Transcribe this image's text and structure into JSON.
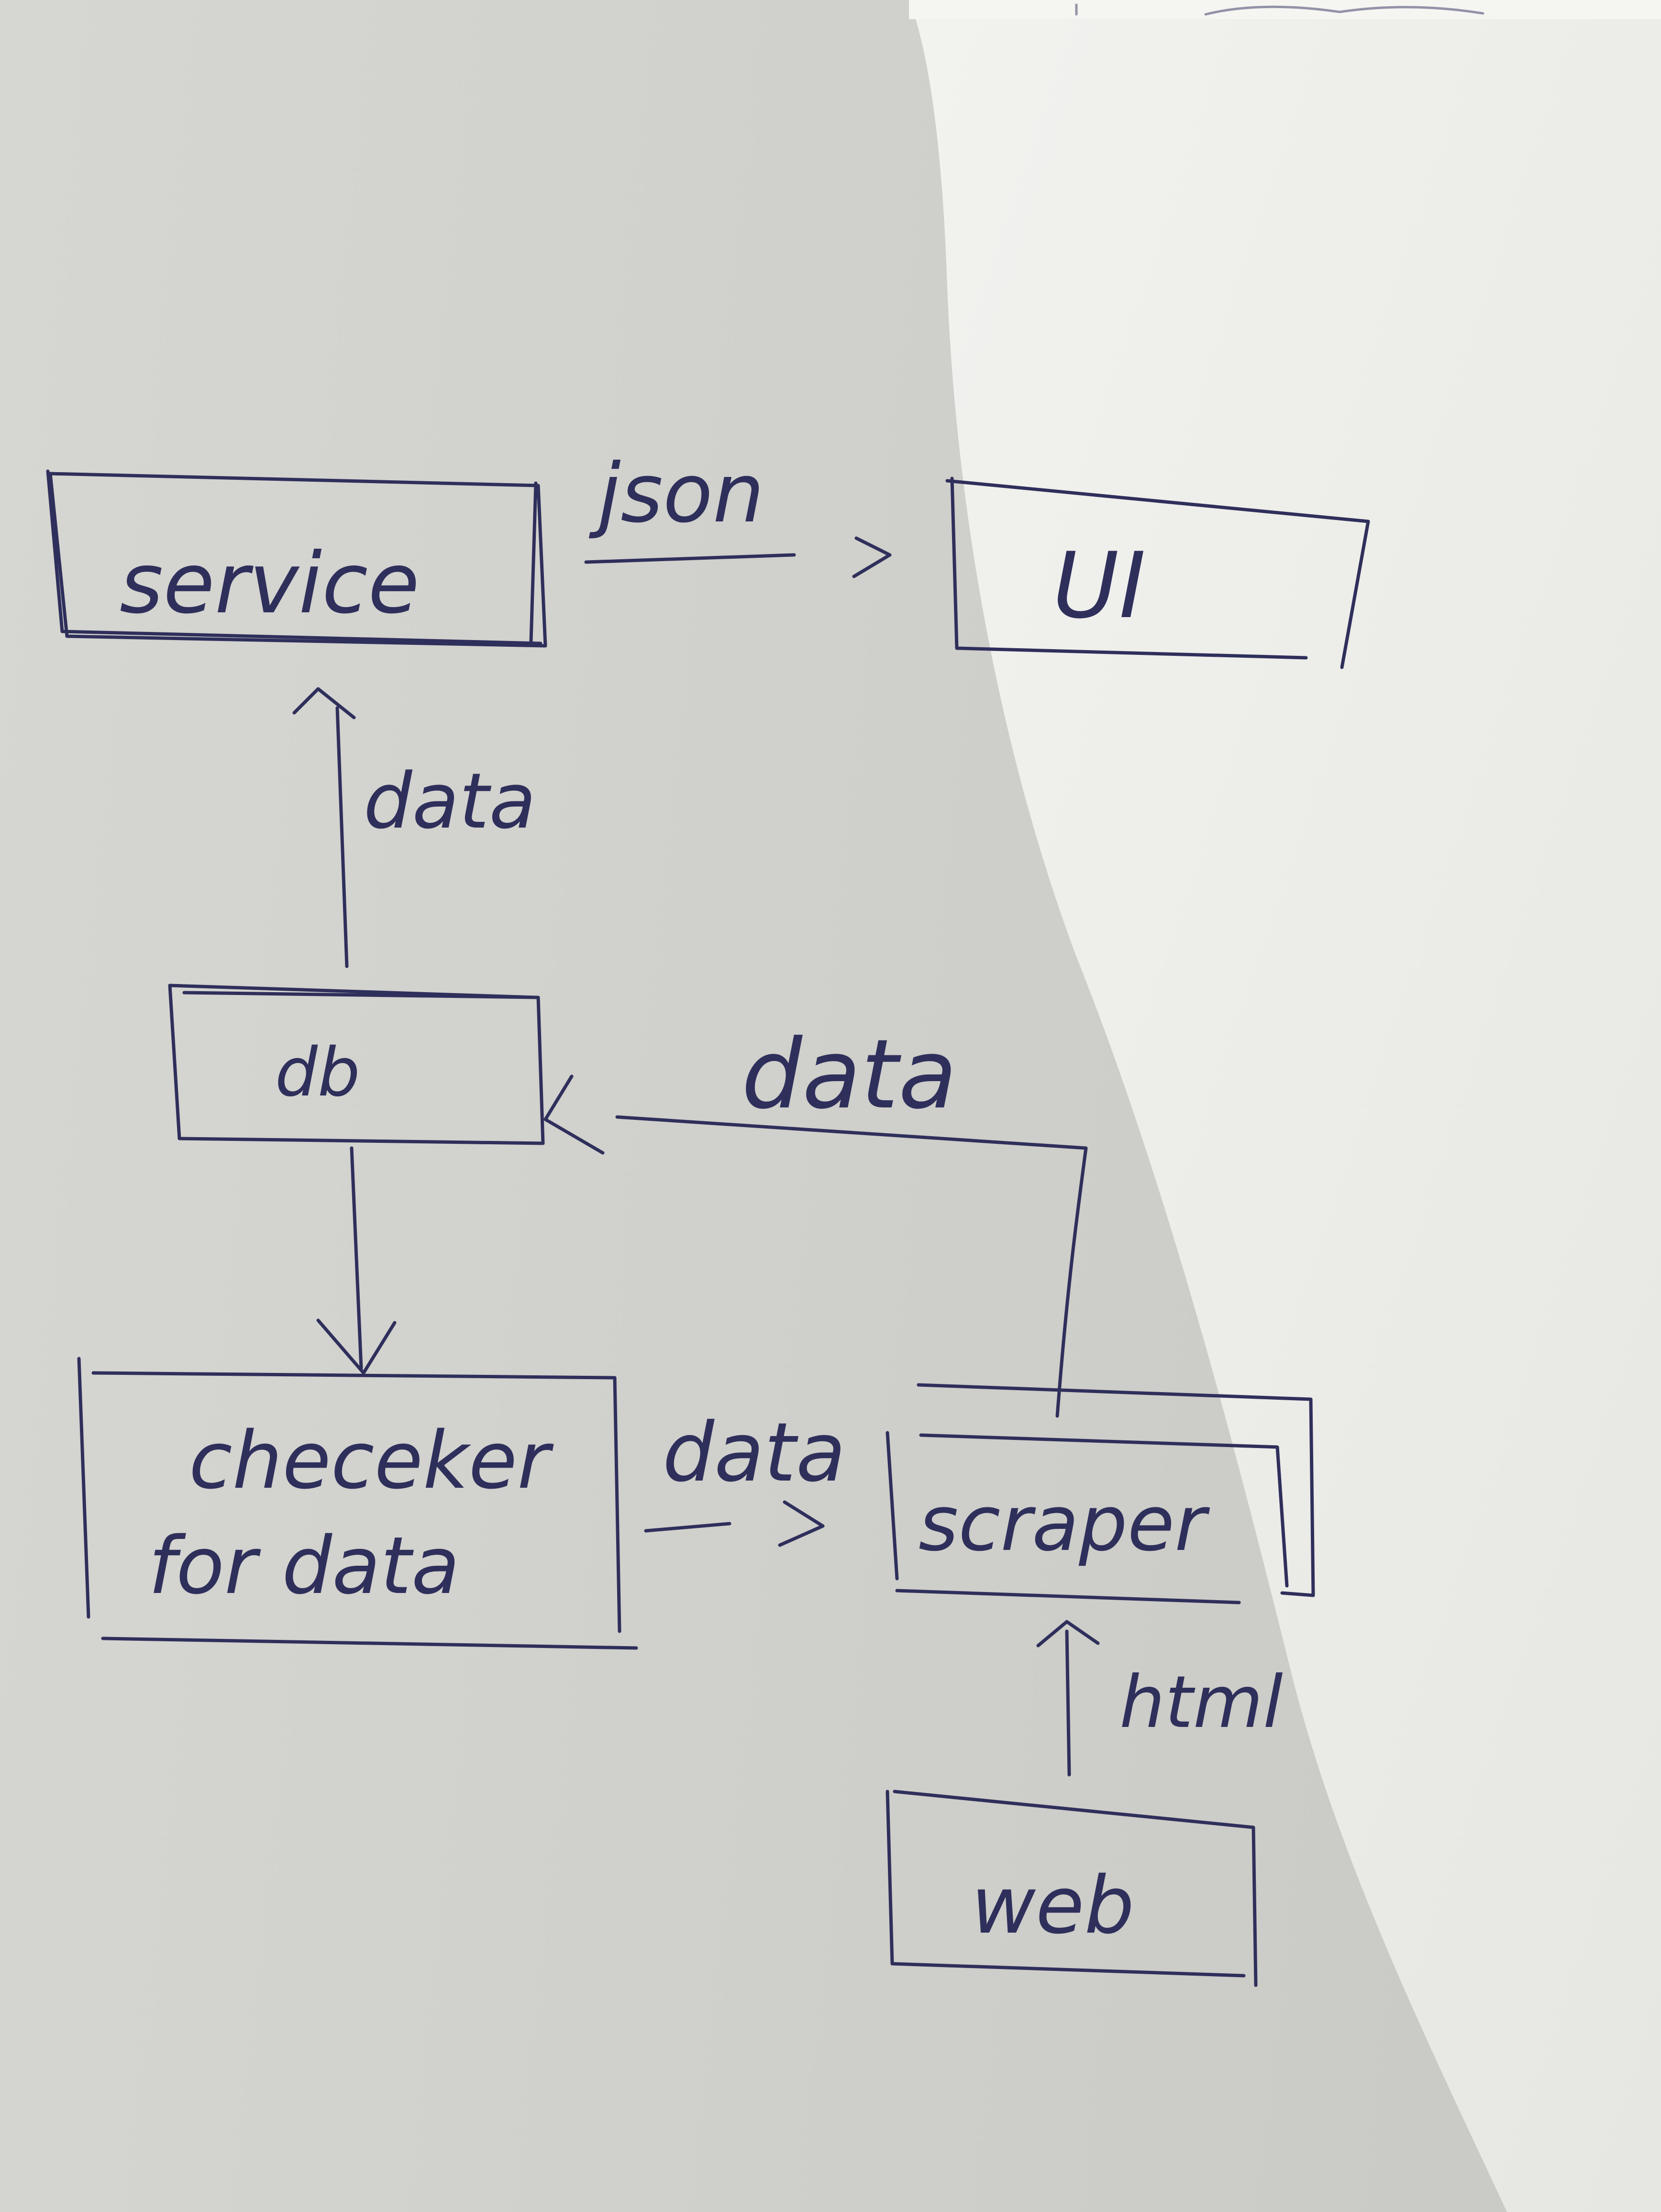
{
  "diagram": {
    "nodes": {
      "service": "service",
      "ui": "UI",
      "db": "db",
      "checker": [
        "checeker",
        "for data"
      ],
      "scraper": "scraper",
      "web": "web"
    },
    "edges": {
      "service_to_ui": "json",
      "db_to_service": "data",
      "scraper_to_db": "data",
      "checker_to_scraper": "data",
      "web_to_scraper": "html"
    }
  },
  "colors": {
    "ink": "#2f2f5c",
    "paper_light": "#efefec",
    "paper_shadow": "#cfcfcb"
  }
}
